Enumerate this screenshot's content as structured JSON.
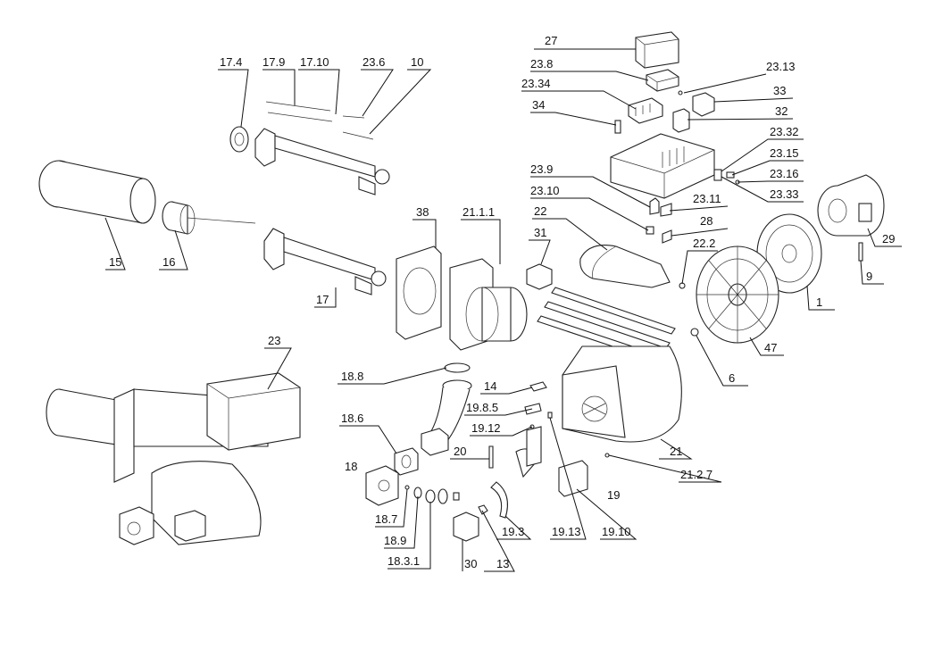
{
  "labels": {
    "l27": "27",
    "l23_8": "23.8",
    "l23_13": "23.13",
    "l33": "33",
    "l23_34": "23.34",
    "l34": "34",
    "l32": "32",
    "l23_32": "23.32",
    "l23_15": "23.15",
    "l23_16": "23.16",
    "l23_33": "23.33",
    "l23_9": "23.9",
    "l23_10": "23.10",
    "l23_11": "23.11",
    "l28": "28",
    "l22": "22",
    "l22_2": "22.2",
    "l29": "29",
    "l9": "9",
    "l1": "1",
    "l47": "47",
    "l6": "6",
    "l17_4": "17.4",
    "l17_9": "17.9",
    "l17_10": "17.10",
    "l23_6": "23.6",
    "l10": "10",
    "l15": "15",
    "l16": "16",
    "l17": "17",
    "l38": "38",
    "l21_1_1": "21.1.1",
    "l31": "31",
    "l23": "23",
    "l18_8": "18.8",
    "l14": "14",
    "l19_8_5": "19.8.5",
    "l19_12": "19.12",
    "l18_6": "18.6",
    "l18": "18",
    "l20": "20",
    "l18_7": "18.7",
    "l18_9": "18.9",
    "l18_3_1": "18.3.1",
    "l30": "30",
    "l13": "13",
    "l19_3": "19.3",
    "l19_13": "19.13",
    "l19_10": "19.10",
    "l19": "19",
    "l21": "21",
    "l21_2_7": "21.2.7"
  }
}
